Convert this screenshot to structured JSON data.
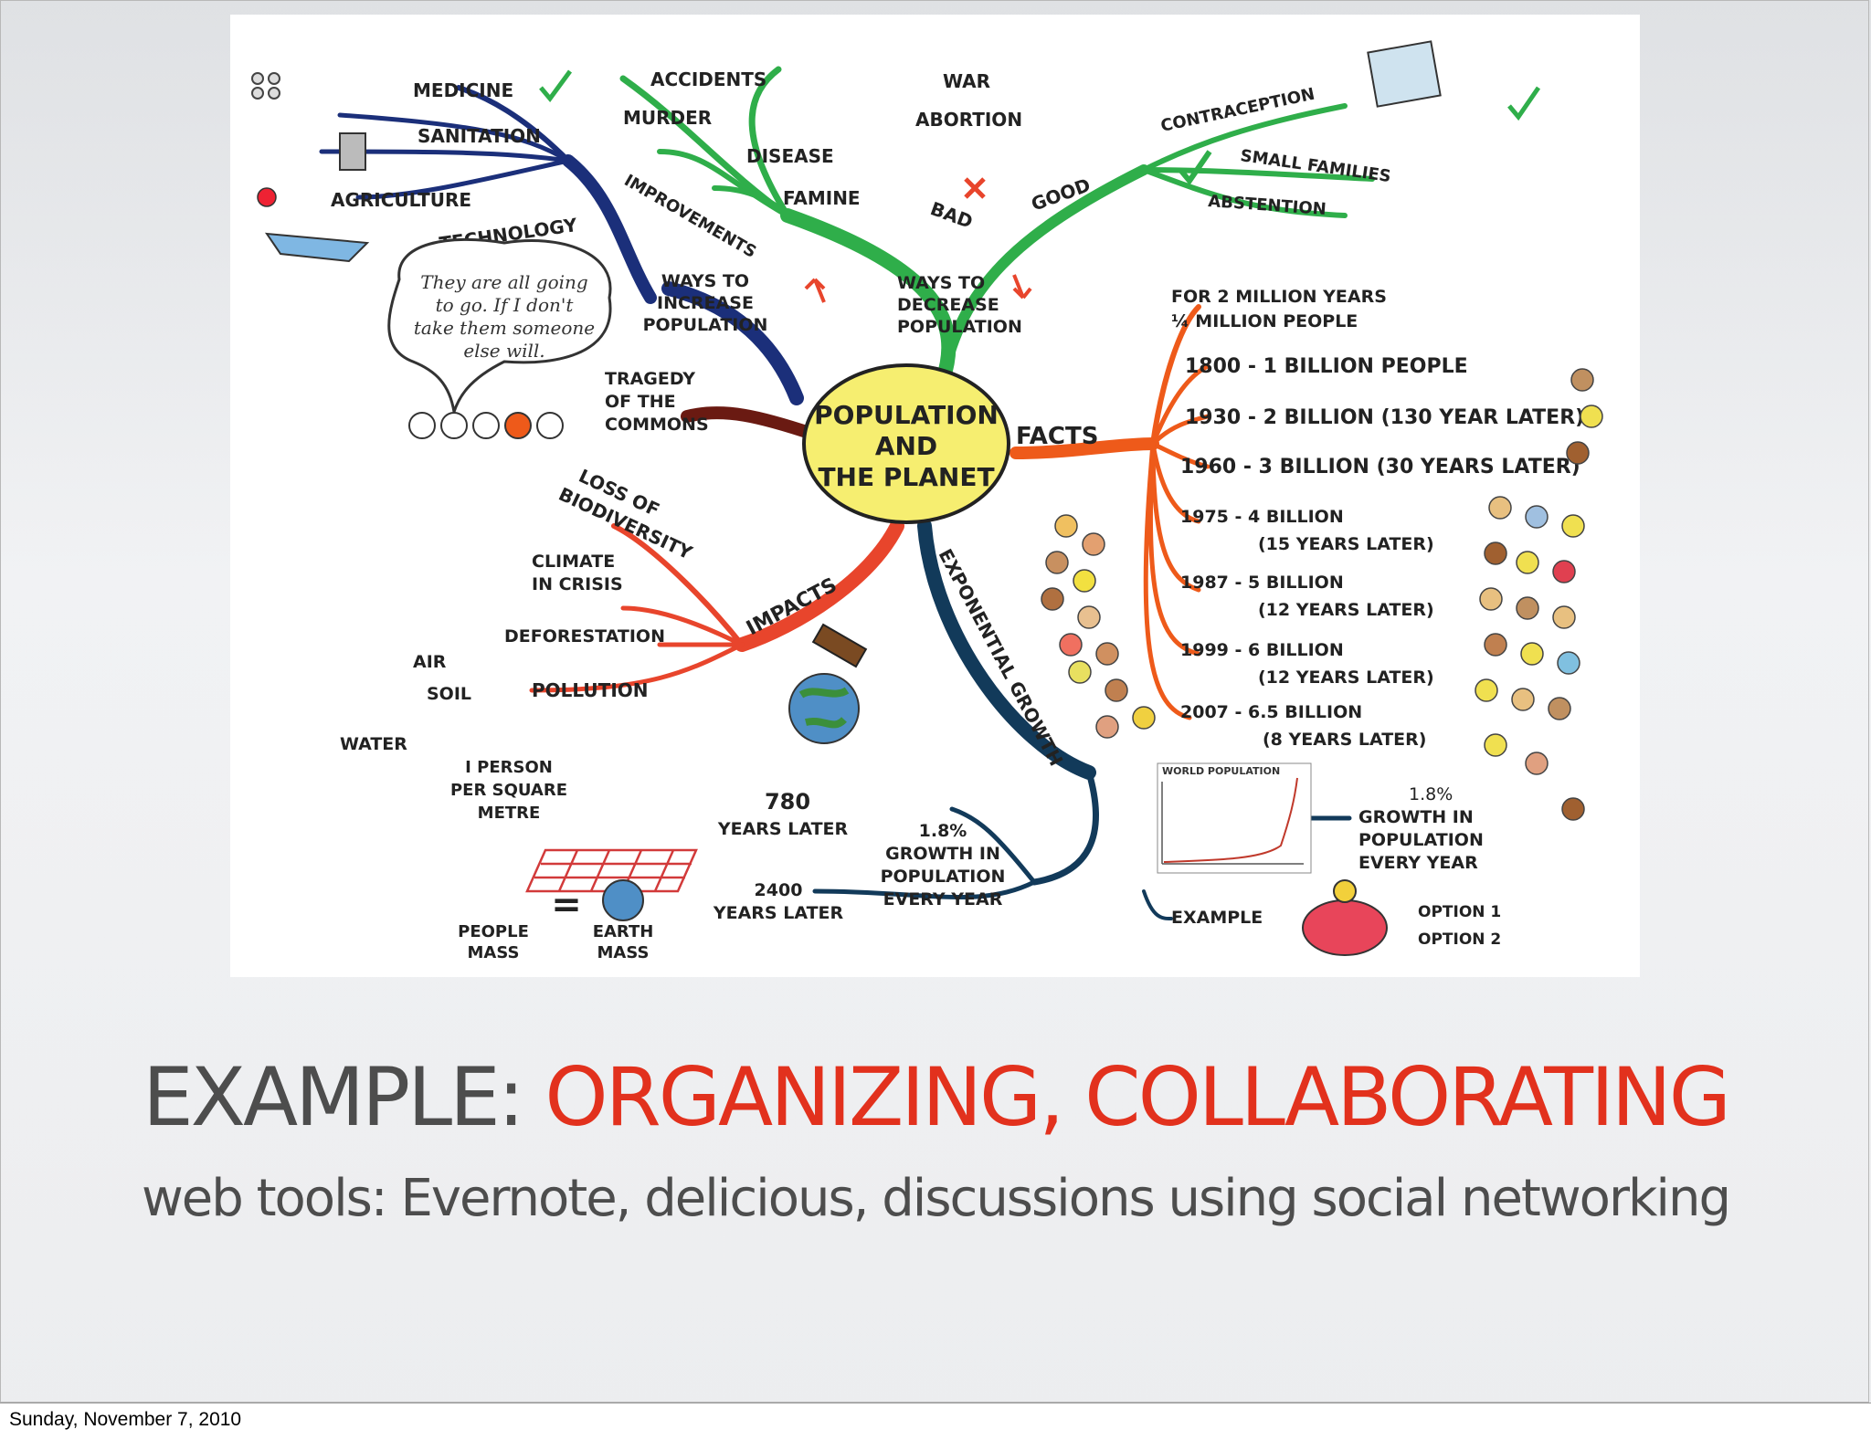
{
  "mindmap": {
    "center": [
      "POPULATION",
      "AND",
      "THE PLANET"
    ],
    "branches": {
      "increase": {
        "label": [
          "WAYS TO",
          "INCREASE",
          "POPULATION"
        ],
        "sub": "IMPROVEMENTS",
        "items": [
          "MEDICINE",
          "SANITATION",
          "AGRICULTURE",
          "TECHNOLOGY"
        ]
      },
      "decrease": {
        "label": [
          "WAYS TO",
          "DECREASE",
          "POPULATION"
        ],
        "bad": "BAD",
        "bad_items": [
          "ACCIDENTS",
          "WAR",
          "MURDER",
          "ABORTION",
          "DISEASE",
          "FAMINE"
        ],
        "good": "GOOD",
        "good_items": [
          "CONTRACEPTION",
          "SMALL FAMILIES",
          "ABSTENTION"
        ]
      },
      "tragedy": {
        "label": [
          "TRAGEDY",
          "OF THE",
          "COMMONS"
        ],
        "speech": [
          "They are all going",
          "to go. If I don't",
          "take them someone",
          "else will."
        ]
      },
      "impacts": {
        "label": "IMPACTS",
        "items": [
          "LOSS OF",
          "BIODIVERSITY",
          "CLIMATE",
          "IN CRISIS",
          "DEFORESTATION",
          "POLLUTION",
          "AIR",
          "SOIL",
          "WATER"
        ]
      },
      "facts": {
        "label": "FACTS",
        "items": [
          [
            "FOR 2 MILLION YEARS",
            "¼ MILLION PEOPLE"
          ],
          [
            "1800 - 1 BILLION PEOPLE"
          ],
          [
            "1930 - 2 BILLION (130 YEAR LATER)"
          ],
          [
            "1960 - 3 BILLION (30 YEARS LATER)"
          ],
          [
            "1975 - 4 BILLION",
            "(15 YEARS LATER)"
          ],
          [
            "1987 - 5 BILLION",
            "(12 YEARS LATER)"
          ],
          [
            "1999 - 6 BILLION",
            "(12 YEARS LATER)"
          ],
          [
            "2007 - 6.5 BILLION",
            "(8 YEARS LATER)"
          ]
        ]
      },
      "growth": {
        "label": "EXPONENTIAL GROWTH",
        "chart_title": "WORLD POPULATION",
        "rate": [
          "1.8%",
          "GROWTH IN",
          "POPULATION",
          "EVERY YEAR"
        ],
        "rate_small": [
          "1.8%",
          "GROWTH IN",
          "POPULATION",
          "EVERY YEAR"
        ],
        "example": "EXAMPLE",
        "options": [
          "OPTION 1",
          "OPTION 2"
        ],
        "years780": [
          "780",
          "YEARS LATER"
        ],
        "years2400": [
          "2400",
          "YEARS LATER"
        ],
        "person": [
          "I PERSON",
          "PER SQUARE",
          "METRE"
        ],
        "mass": [
          "PEOPLE",
          "MASS",
          "EARTH",
          "MASS"
        ]
      }
    }
  },
  "slide": {
    "title_plain": "EXAMPLE: ",
    "title_accent": "ORGANIZING, COLLABORATING",
    "subtitle": "web tools: Evernote, delicious, discussions using social networking"
  },
  "footer": {
    "date": "Sunday, November 7, 2010"
  },
  "colors": {
    "accent": "#e2311d",
    "text": "#4d4d4d",
    "branch_blue": "#1b2f7a",
    "branch_green": "#2fae4a",
    "branch_orange": "#ee5a1a",
    "branch_red": "#e8452c",
    "branch_navy": "#123a5a",
    "center_fill": "#f6ee70"
  }
}
